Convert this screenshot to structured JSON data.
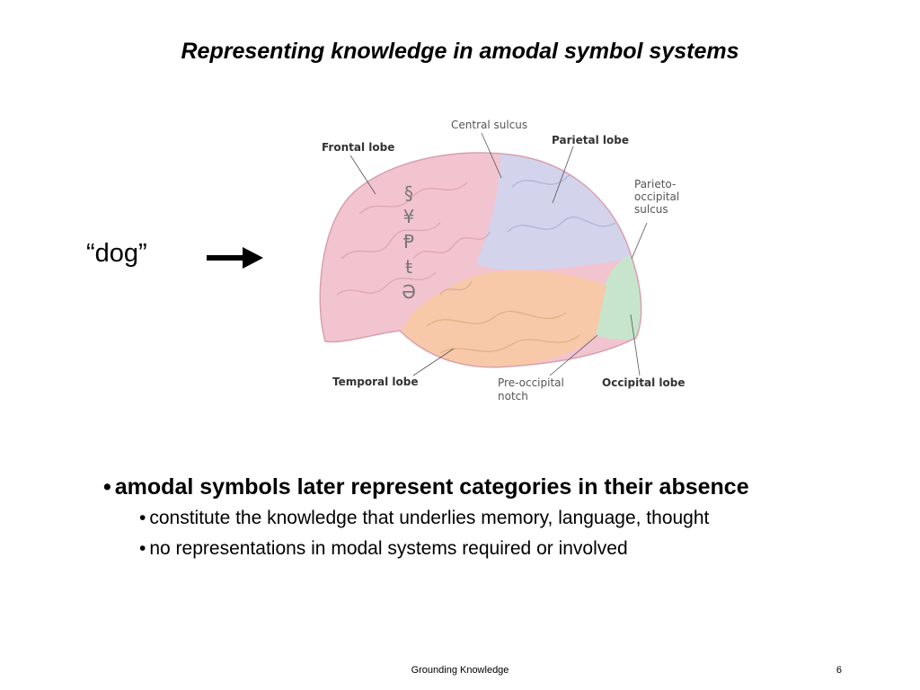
{
  "slide": {
    "title": "Representing knowledge in amodal symbol systems",
    "word": "“dog”"
  },
  "figure": {
    "labels": {
      "central_sulcus": "Central sulcus",
      "frontal_lobe": "Frontal lobe",
      "parietal_lobe": "Parietal lobe",
      "parieto_occipital_sulcus": [
        "Parieto-",
        "occipital",
        "sulcus"
      ],
      "temporal_lobe": "Temporal lobe",
      "pre_occipital_notch": [
        "Pre-occipital",
        "notch"
      ],
      "occipital_lobe": "Occipital lobe"
    },
    "symbols": [
      "§",
      "¥",
      "Ᵽ",
      "ŧ",
      "Ə"
    ],
    "colors": {
      "frontal": "#f2c4cf",
      "parietal": "#d3d3ec",
      "temporal": "#f7c9a8",
      "occipital": "#c7e5cc"
    }
  },
  "bullets": {
    "main": "amodal symbols later represent categories in their absence",
    "sub": [
      "constitute the knowledge that underlies memory, language, thought",
      "no representations in modal systems required or involved"
    ],
    "marker": "•"
  },
  "footer": {
    "center": "Grounding Knowledge",
    "page": "6"
  }
}
